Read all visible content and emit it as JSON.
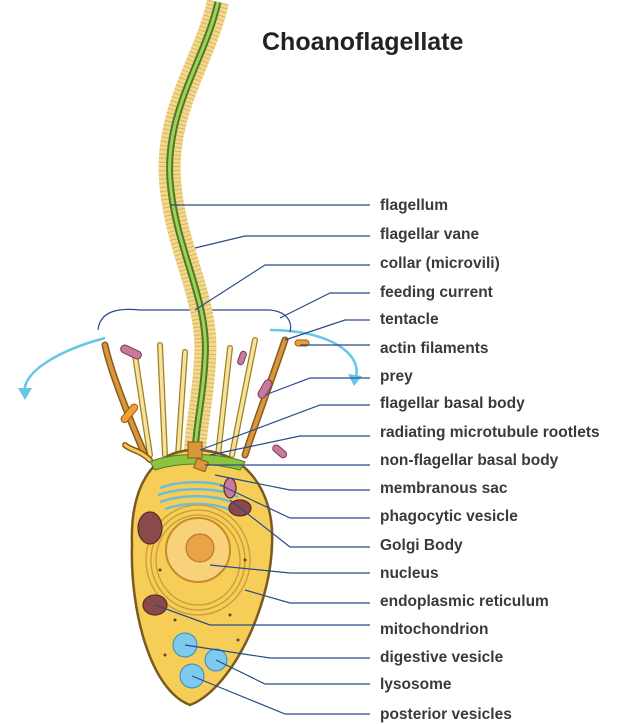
{
  "title": "Choanoflagellate",
  "labels": [
    "flagellum",
    "flagellar vane",
    "collar (microvili)",
    "feeding current",
    "tentacle",
    "actin filaments",
    "prey",
    "flagellar basal body",
    "radiating microtubule rootlets",
    "non-flagellar basal body",
    "membranous sac",
    "phagocytic vesicle",
    "Golgi Body",
    "nucleus",
    "endoplasmic reticulum",
    "mitochondrion",
    "digestive vesicle",
    "lysosome",
    "posterior vesicles"
  ],
  "colors": {
    "cell_body": "#f6cd57",
    "cell_outline": "#7a5a1e",
    "flagellum": "#7bb33a",
    "vane": "#f3d890",
    "tentacle": "#d9963b",
    "mitochondrion": "#8a4a4a",
    "nucleus": "#e9a446",
    "vesicle": "#7ec9ee",
    "leader_line": "#2a4b8d",
    "current_arrow": "#66c6e8"
  }
}
